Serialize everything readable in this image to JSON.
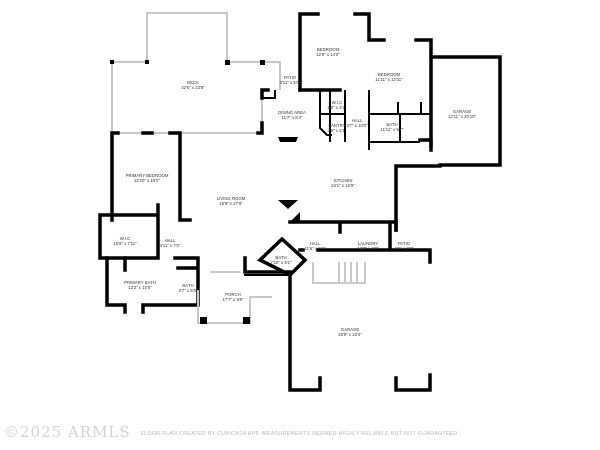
{
  "rooms": [
    {
      "name": "DECK",
      "dims": "32'6\" x 23'8\""
    },
    {
      "name": "PATIO",
      "dims": "2'11\" x 5'0\""
    },
    {
      "name": "BEDROOM",
      "dims": "12'9\" x 14'0\""
    },
    {
      "name": "BEDROOM",
      "dims": "11'11\" x 12'11\""
    },
    {
      "name": "GARAGE",
      "dims": "12'11\" x 20'10\""
    },
    {
      "name": "W.I.C",
      "dims": "6'0\" x 4'2\""
    },
    {
      "name": "PANTRY",
      "dims": "4'9\" x 5'1\""
    },
    {
      "name": "HALL",
      "dims": "3'7\" x 10'0\""
    },
    {
      "name": "BATH",
      "dims": "11'11\" x 5'7\""
    },
    {
      "name": "DINING AREA",
      "dims": "11'7\" x 8'4\""
    },
    {
      "name": "KITCHEN",
      "dims": "24'1\" x 16'9\""
    },
    {
      "name": "PRIMARY BEDROOM",
      "dims": "12'10\" x 16'0\""
    },
    {
      "name": "LIVING ROOM",
      "dims": "19'9\" x 27'9\""
    },
    {
      "name": "W.I.C",
      "dims": "10'8\" x 7'11\""
    },
    {
      "name": "HALL",
      "dims": "4'11\" x 7'0\""
    },
    {
      "name": "PRIMARY BATH",
      "dims": "13'3\" x 10'5\""
    },
    {
      "name": "BATH",
      "dims": "2'7\" x 5'8\""
    },
    {
      "name": "PORCH",
      "dims": "17'7\" x 9'8\""
    },
    {
      "name": "BATH",
      "dims": "7'10\" x 5'1\""
    },
    {
      "name": "HALL",
      "dims": "11'6\" x 5'5\""
    },
    {
      "name": "LAUNDRY",
      "dims": "12'0\" x 6'0\""
    },
    {
      "name": "PATIO",
      "dims": "2'6\" x 0'8\""
    },
    {
      "name": "GARAGE",
      "dims": "26'9\" x 23'4\""
    }
  ],
  "watermark": "©2025 ARMLS",
  "disclaimer": "FLOOR PLAN CREATED BY CUBICASA APP. MEASUREMENTS DEEMED HIGHLY RELIABLE BUT NOT GUARANTEED."
}
